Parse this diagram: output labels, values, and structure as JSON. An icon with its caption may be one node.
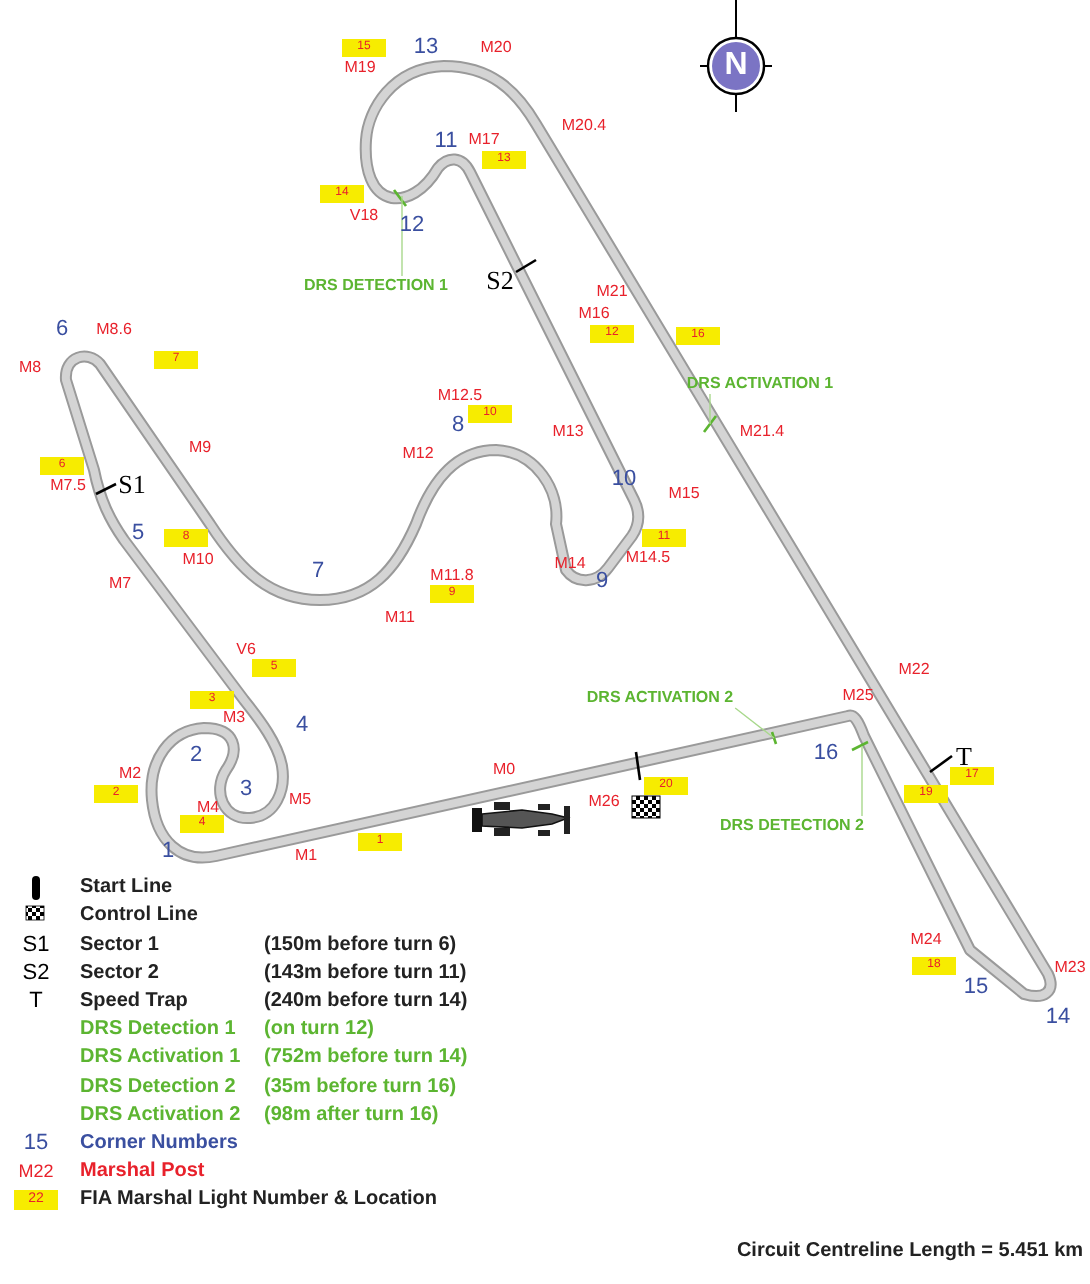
{
  "diagram": {
    "nodes": [
      {
        "text": [
          "DRS DETECTION 1"
        ]
      },
      {
        "text": [
          "DRS ACTIVATION 1"
        ]
      },
      {
        "text": [
          "DRS ACTIVATION 2"
        ]
      },
      {
        "text": [
          "DRS DETECTION 2"
        ]
      }
    ],
    "edges": [
      {
        "from": 0,
        "to": null,
        "arrow": "none"
      },
      {
        "from": 1,
        "to": null,
        "arrow": "none"
      },
      {
        "from": 2,
        "to": null,
        "arrow": "none"
      },
      {
        "from": 3,
        "to": null,
        "arrow": "none"
      }
    ],
    "labels": [
      "15",
      "13",
      "M20",
      "N",
      "M19",
      "M20.4",
      "11",
      "M17",
      "13",
      "14",
      "V18",
      "12",
      "S2",
      "M21",
      "M16",
      "12",
      "16",
      "6",
      "M8.6",
      "M8",
      "7",
      "M12.5",
      "10",
      "8",
      "M13",
      "M21.4",
      "M9",
      "M12",
      "6",
      "S1",
      "M7.5",
      "10",
      "M15",
      "5",
      "8",
      "M10",
      "7",
      "M11.8",
      "11",
      "M14",
      "M14.5",
      "9",
      "M7",
      "9",
      "M11",
      "V6",
      "5",
      "M22",
      "3",
      "M25",
      "M3",
      "4",
      "2",
      "16",
      "T",
      "M2",
      "M0",
      "17",
      "3",
      "M26",
      "20",
      "2",
      "19",
      "M5",
      "M4",
      "4",
      "1",
      "1",
      "M1",
      "M24",
      "18",
      "M23",
      "15",
      "14",
      "S1",
      "S2",
      "T",
      "(150m before turn 6)",
      "(143m before turn 11)",
      "(240m before turn 14)",
      "(on turn 12)",
      "(752m before turn 14)",
      "(35m before turn 16)",
      "(98m after turn 16)",
      "15",
      "M22",
      "22",
      "Circuit Centreline Length = 5.451 km"
    ],
    "legend": [
      {
        "text": "Start Line"
      },
      {
        "text": "Control Line"
      },
      {
        "text": "Sector 1"
      },
      {
        "text": "Sector 2"
      },
      {
        "text": "Speed Trap"
      },
      {
        "text": "DRS Detection 1"
      },
      {
        "text": "DRS Activation 1"
      },
      {
        "text": "DRS Detection 2"
      },
      {
        "text": "DRS Activation 2"
      },
      {
        "text": "Corner Numbers"
      },
      {
        "text": "Marshal Post"
      },
      {
        "text": "FIA Marshal Light Number & Location",
        "color": "#f7ec00"
      }
    ]
  }
}
